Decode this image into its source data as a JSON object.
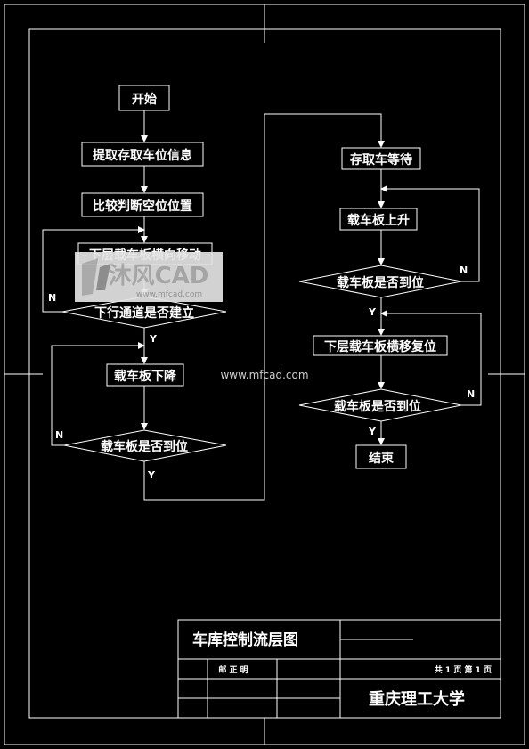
{
  "flowchart": {
    "left": {
      "start": "开始",
      "read_info": "提取存取车位信息",
      "compare": "比较判断空位位置",
      "lower_move": "下层载车板横向移动",
      "channel_check": "下行通道是否建立",
      "plate_down": "载车板下降",
      "plate_in_place_1": "载车板是否到位"
    },
    "right": {
      "wait": "存取车等待",
      "plate_up": "载车板上升",
      "plate_in_place_2": "载车板是否到位",
      "lower_reset": "下层载车板横移复位",
      "plate_in_place_3": "载车板是否到位",
      "end": "结束"
    },
    "labels": {
      "yes": "Y",
      "no": "N"
    }
  },
  "watermark": {
    "logo_text": "沐风CAD",
    "logo_sub": "www.mfcad.com",
    "url": "www.mfcad.com"
  },
  "title_block": {
    "title": "车库控制流层图",
    "sub_label": "邮 正 明",
    "pages": "共 1 页   第 1 页",
    "school": "重庆理工大学"
  },
  "colors": {
    "background": "#000000",
    "lines": "#ffffff"
  }
}
